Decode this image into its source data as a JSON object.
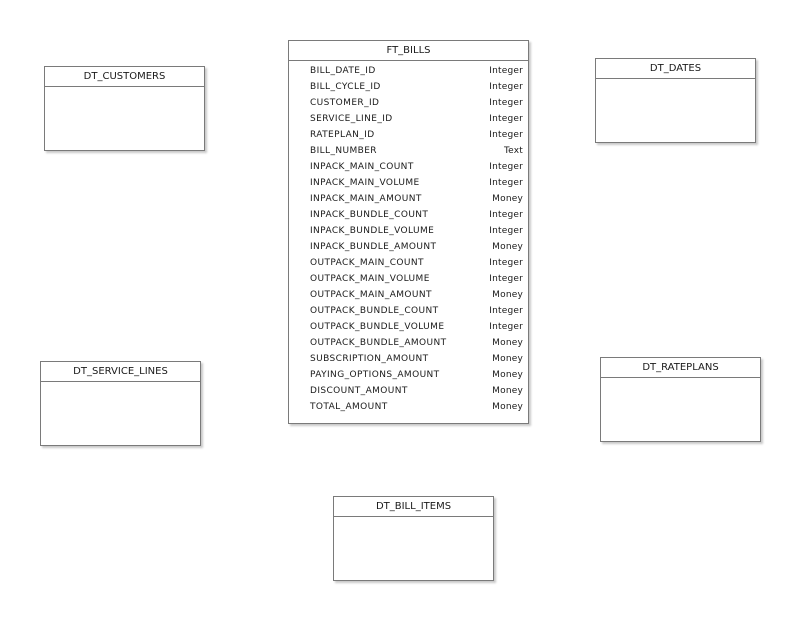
{
  "entities": {
    "ft_bills": {
      "title": "FT_BILLS",
      "fields": [
        {
          "name": "BILL_DATE_ID",
          "type": "Integer"
        },
        {
          "name": "BILL_CYCLE_ID",
          "type": "Integer"
        },
        {
          "name": "CUSTOMER_ID",
          "type": "Integer"
        },
        {
          "name": "SERVICE_LINE_ID",
          "type": "Integer"
        },
        {
          "name": "RATEPLAN_ID",
          "type": "Integer"
        },
        {
          "name": "BILL_NUMBER",
          "type": "Text"
        },
        {
          "name": "INPACK_MAIN_COUNT",
          "type": "Integer"
        },
        {
          "name": "INPACK_MAIN_VOLUME",
          "type": "Integer"
        },
        {
          "name": "INPACK_MAIN_AMOUNT",
          "type": "Money"
        },
        {
          "name": "INPACK_BUNDLE_COUNT",
          "type": "Integer"
        },
        {
          "name": "INPACK_BUNDLE_VOLUME",
          "type": "Integer"
        },
        {
          "name": "INPACK_BUNDLE_AMOUNT",
          "type": "Money"
        },
        {
          "name": "OUTPACK_MAIN_COUNT",
          "type": "Integer"
        },
        {
          "name": "OUTPACK_MAIN_VOLUME",
          "type": "Integer"
        },
        {
          "name": "OUTPACK_MAIN_AMOUNT",
          "type": "Money"
        },
        {
          "name": "OUTPACK_BUNDLE_COUNT",
          "type": "Integer"
        },
        {
          "name": "OUTPACK_BUNDLE_VOLUME",
          "type": "Integer"
        },
        {
          "name": "OUTPACK_BUNDLE_AMOUNT",
          "type": "Money"
        },
        {
          "name": "SUBSCRIPTION_AMOUNT",
          "type": "Money"
        },
        {
          "name": "PAYING_OPTIONS_AMOUNT",
          "type": "Money"
        },
        {
          "name": "DISCOUNT_AMOUNT",
          "type": "Money"
        },
        {
          "name": "TOTAL_AMOUNT",
          "type": "Money"
        }
      ]
    },
    "dt_customers": {
      "title": "DT_CUSTOMERS"
    },
    "dt_dates": {
      "title": "DT_DATES"
    },
    "dt_service_lines": {
      "title": "DT_SERVICE_LINES"
    },
    "dt_rateplans": {
      "title": "DT_RATEPLANS"
    },
    "dt_bill_items": {
      "title": "DT_BILL_ITEMS"
    }
  }
}
